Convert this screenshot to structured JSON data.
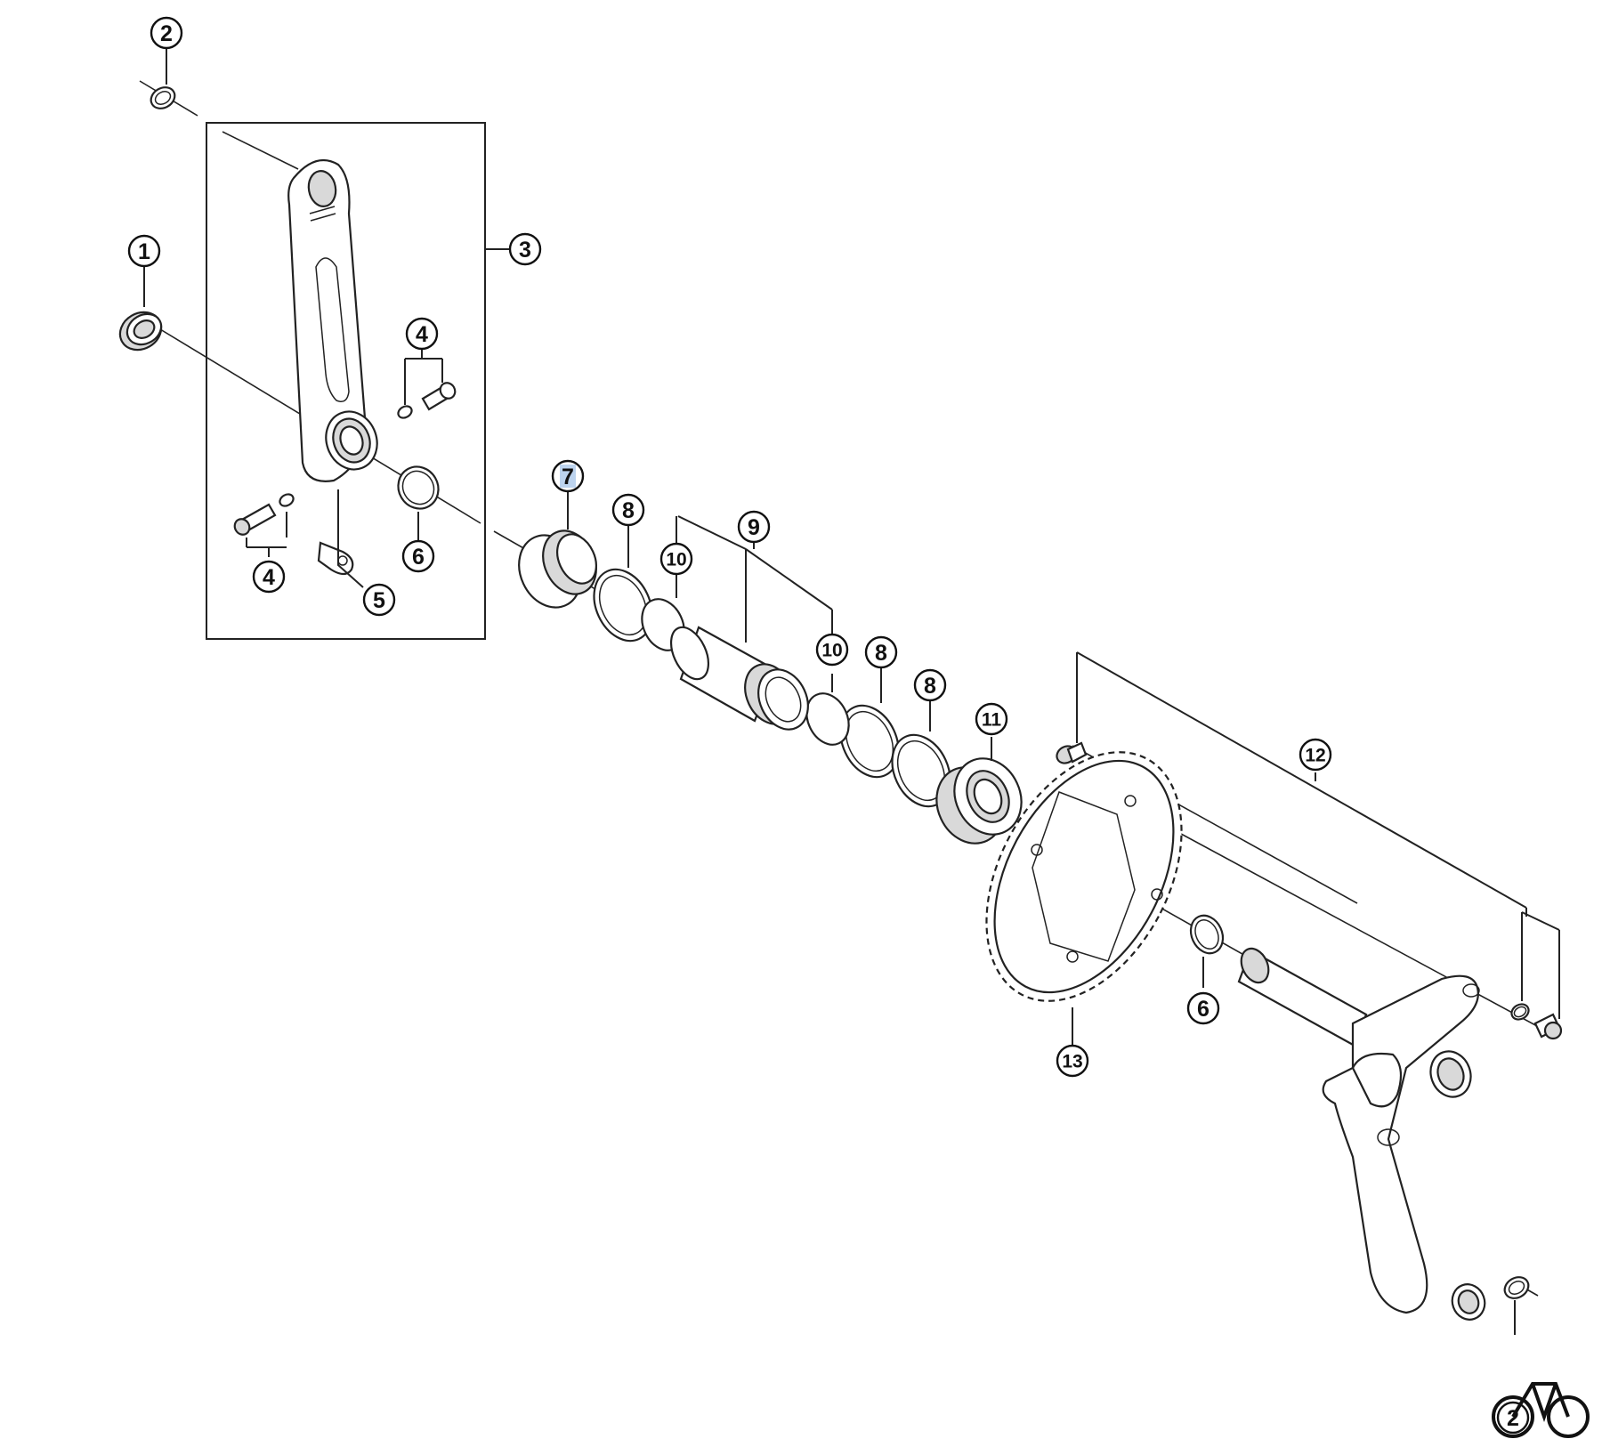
{
  "callouts": {
    "c1": "1",
    "c2a": "2",
    "c2b": "2",
    "c3": "3",
    "c4a": "4",
    "c4b": "4",
    "c5": "5",
    "c6a": "6",
    "c6b": "6",
    "c7": "7",
    "c8a": "8",
    "c8b": "8",
    "c8c": "8",
    "c9": "9",
    "c10a": "10",
    "c10b": "10",
    "c11": "11",
    "c12": "12",
    "c13": "13"
  },
  "highlight_color": "#bcd3ee",
  "logo_icon": "bicycle-icon"
}
